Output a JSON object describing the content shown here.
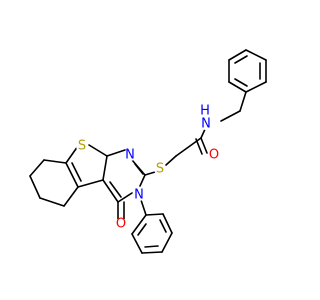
{
  "colors": {
    "bond": "#000000",
    "nitrogen": "#0000ff",
    "oxygen": "#ff0000",
    "sulfur": "#b8a000",
    "background": "#ffffff"
  },
  "labels": {
    "amide_nh": "H",
    "amide_n": "N",
    "amide_o": "O",
    "thioether_s": "S",
    "thiophene_s": "S",
    "pyrimidine_n1": "N",
    "pyrimidine_n3": "N",
    "carbonyl_o": "O"
  }
}
